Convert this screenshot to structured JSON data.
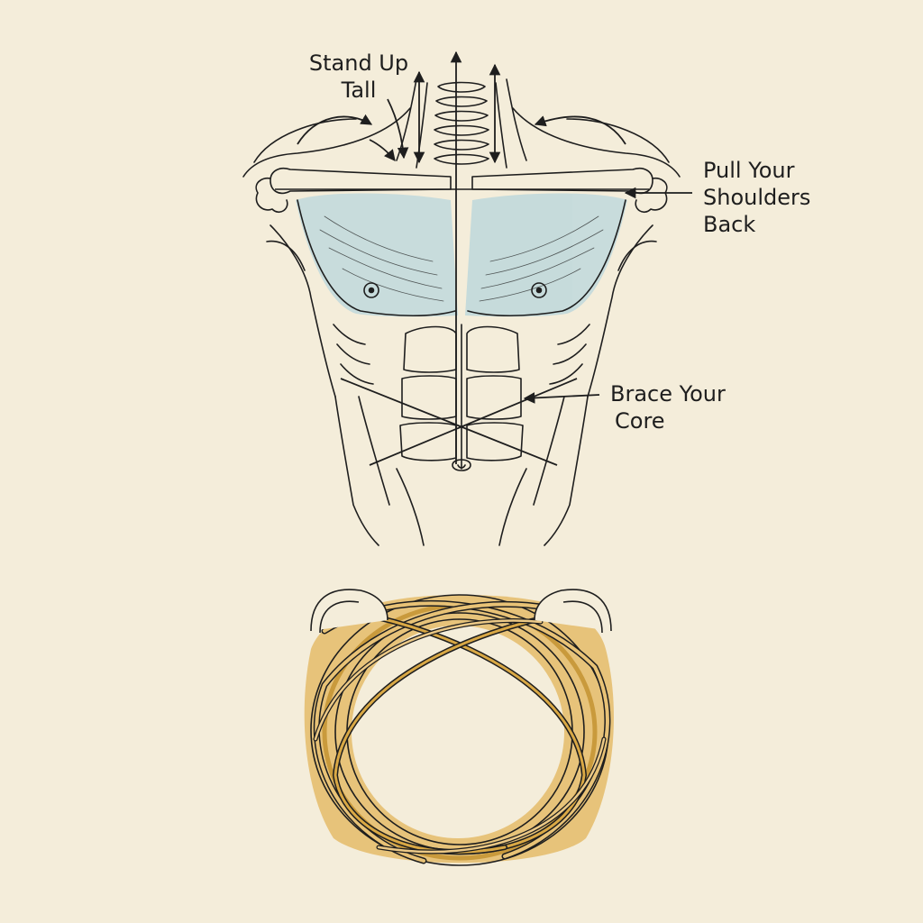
{
  "labels": {
    "stand_up_tall": [
      "Stand Up",
      "Tall"
    ],
    "pull_shoulders_back": [
      "Pull Your",
      "Shoulders",
      "Back"
    ],
    "brace_core": [
      "Brace Your",
      "Core"
    ]
  },
  "colors": {
    "paper": "#f4edda",
    "ink": "#1e1e1e",
    "chest_tint": "#bfd8dc",
    "band_gold": "#e3b45a",
    "band_strand": "#c99a3c"
  },
  "illustrations": [
    "anatomical-torso",
    "woven-resistance-band-ring"
  ]
}
